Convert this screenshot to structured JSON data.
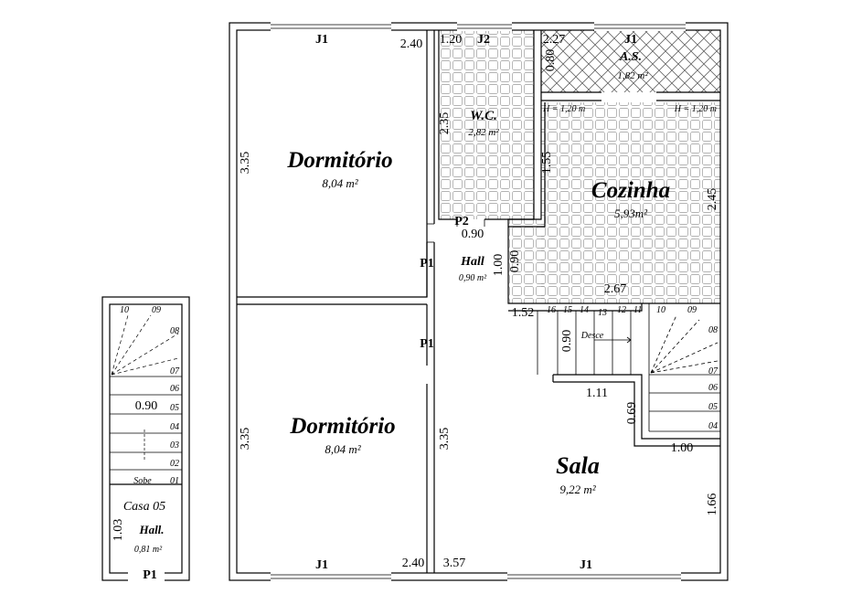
{
  "rooms": {
    "dormitorio_top": {
      "name": "Dormitório",
      "area": "8,04 m²"
    },
    "dormitorio_bottom": {
      "name": "Dormitório",
      "area": "8,04 m²"
    },
    "wc": {
      "name": "W.C.",
      "area": "2,82 m²"
    },
    "as": {
      "name": "A.S.",
      "area": "1,82 m²"
    },
    "cozinha": {
      "name": "Cozinha",
      "area": "5,93m²"
    },
    "hall": {
      "name": "Hall",
      "area": "0,90 m²"
    },
    "sala": {
      "name": "Sala",
      "area": "9,22 m²"
    },
    "casa_title": "Casa 05",
    "hall_side": {
      "name": "Hall.",
      "area": "0,81 m²"
    }
  },
  "codes": {
    "j1": "J1",
    "j2": "J2",
    "p1": "P1",
    "p2": "P2"
  },
  "heights": {
    "left": "H = 1,20 m",
    "right": "H = 1,20 m"
  },
  "dims": {
    "d_240": "2.40",
    "d_120": "1.20",
    "d_227": "2.27",
    "d_080": "0.80",
    "d_235": "2.35",
    "d_155": "1.55",
    "d_335": "3.35",
    "d_245": "2.45",
    "d_090": "0.90",
    "d_100": "1.00",
    "d_267": "2.67",
    "d_152": "1.52",
    "d_111": "1.11",
    "d_069": "0.69",
    "d_166": "1.66",
    "d_357": "3.57",
    "d_103": "1.03"
  },
  "stairs": {
    "main_steps": [
      "16",
      "15",
      "14",
      "13",
      "12",
      "11",
      "10",
      "09",
      "08",
      "07",
      "06",
      "05",
      "04"
    ],
    "desce": "Desce",
    "side_steps": [
      "10",
      "09",
      "08",
      "07",
      "06",
      "05",
      "04",
      "03",
      "02",
      "01"
    ],
    "sobe": "Sobe"
  }
}
